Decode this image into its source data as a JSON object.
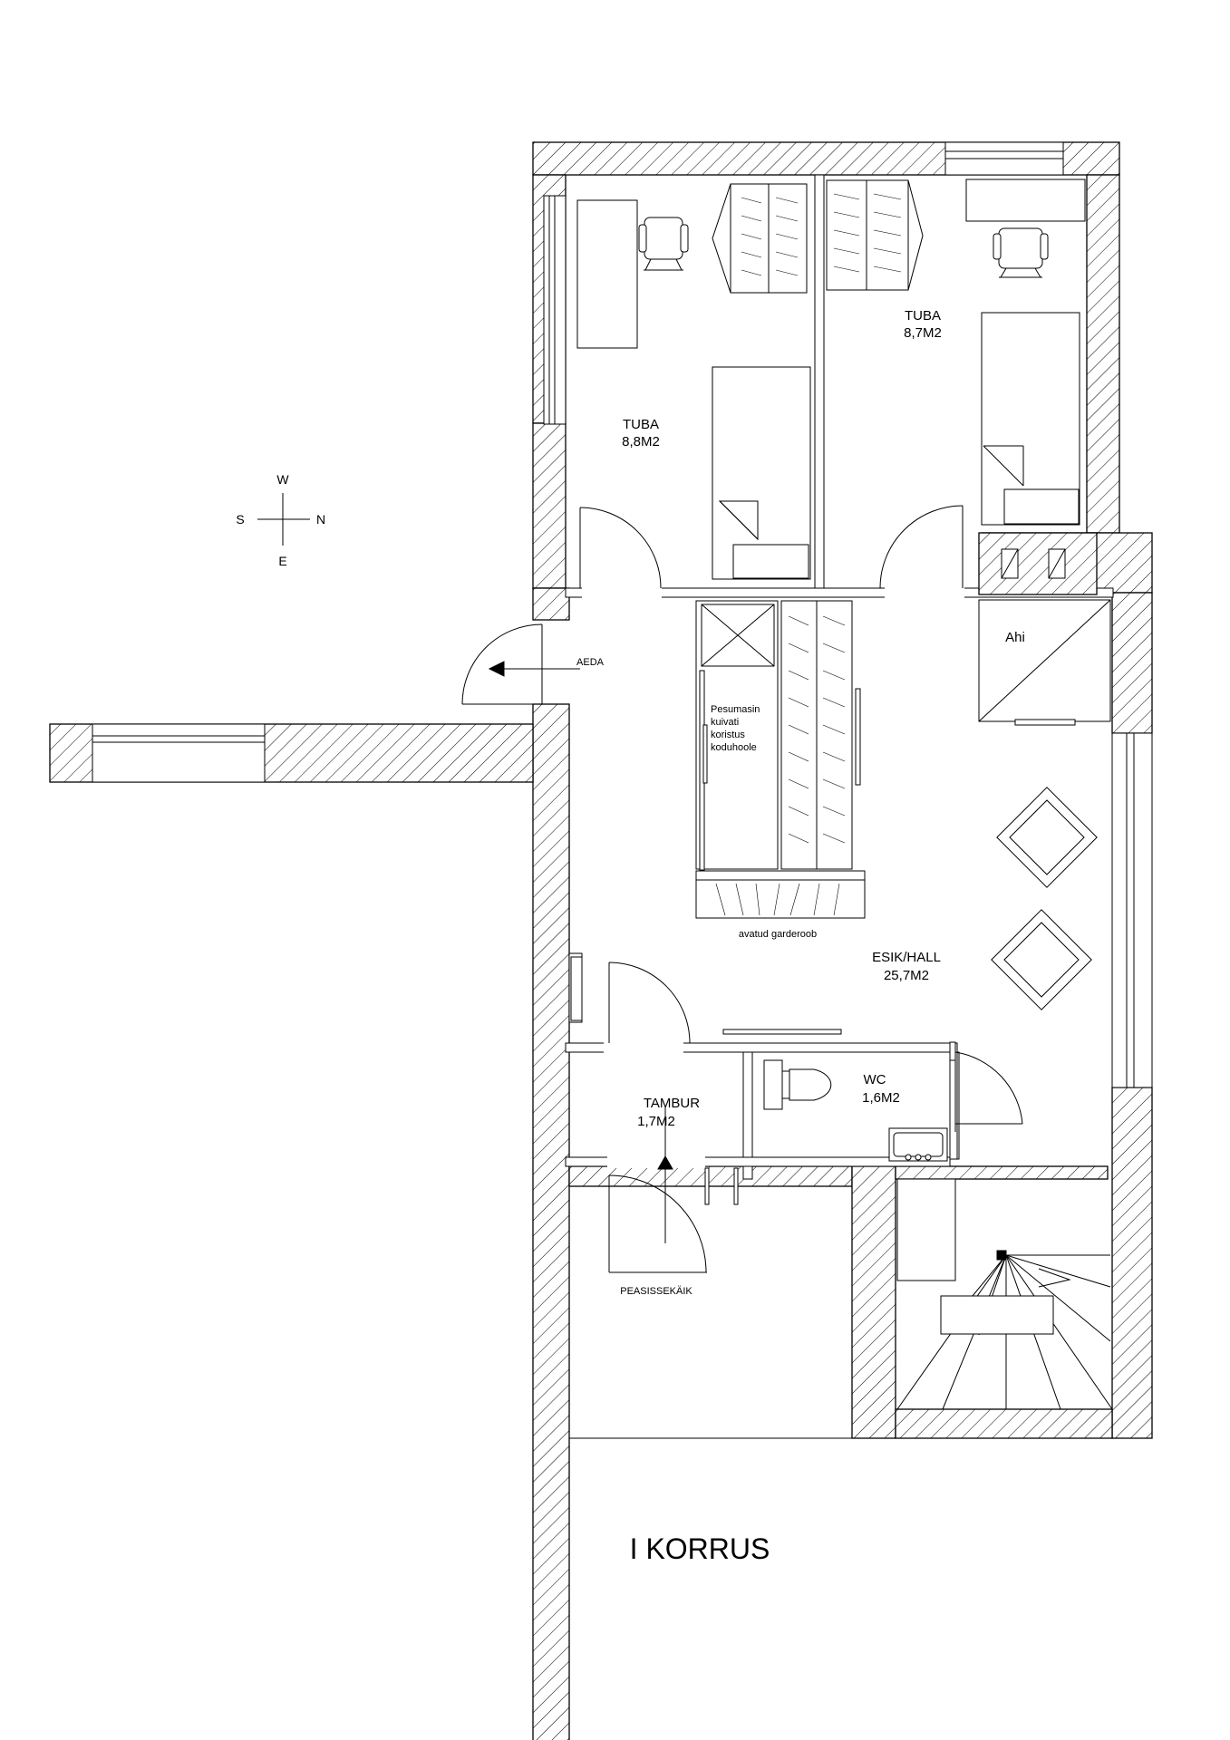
{
  "rooms": {
    "tuba_left": {
      "name": "TUBA",
      "area": "8,8M2"
    },
    "tuba_right": {
      "name": "TUBA",
      "area": "8,7M2"
    },
    "hall": {
      "name": "ESIK/HALL",
      "area": "25,7M2"
    },
    "tambur": {
      "name": "TAMBUR",
      "area": "1,7M2"
    },
    "wc": {
      "name": "WC",
      "area": "1,6M2"
    },
    "ahi": {
      "name": "Ahi"
    }
  },
  "labels": {
    "aeda": "AEDA",
    "laundry": [
      "Pesumasin",
      "kuivati",
      "koristus",
      "koduhoole"
    ],
    "wardrobe": "avatud garderoob",
    "entrance": "PEASISSEKÄIK",
    "floor_title": "I KORRUS"
  },
  "compass": {
    "north": "N",
    "south": "S",
    "west": "W",
    "east": "E"
  }
}
